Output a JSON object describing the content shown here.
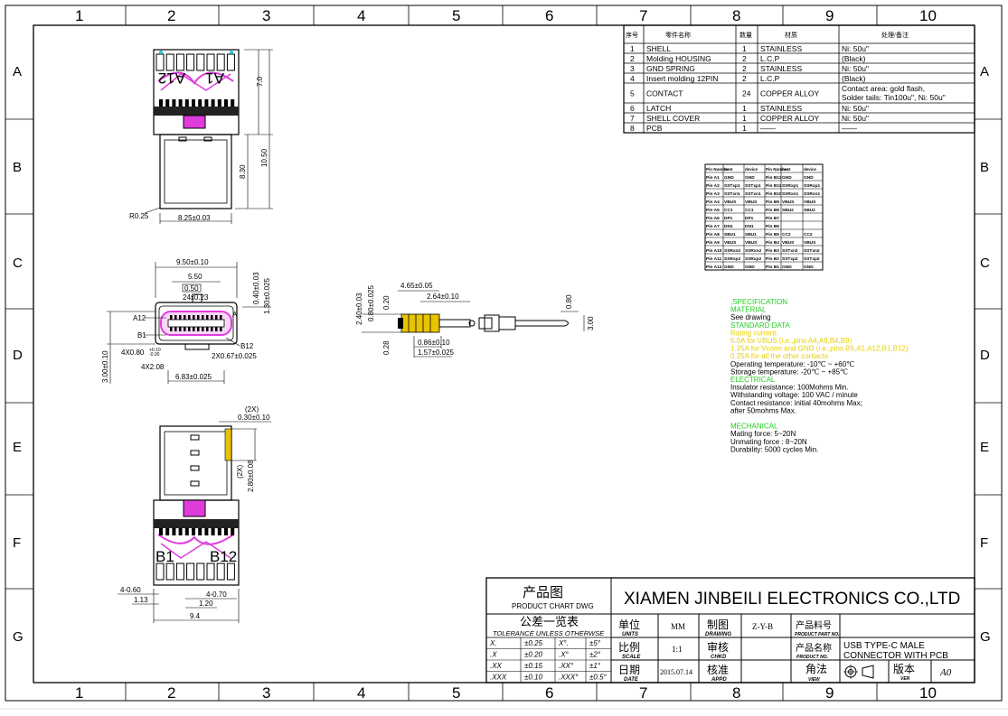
{
  "grid": {
    "columns": [
      "1",
      "2",
      "3",
      "4",
      "5",
      "6",
      "7",
      "8",
      "9",
      "10"
    ],
    "rows": [
      "A",
      "B",
      "C",
      "D",
      "E",
      "F",
      "G"
    ]
  },
  "bom": {
    "headers": [
      "序号",
      "零件名称",
      "数量",
      "材质",
      "处理/备注"
    ],
    "rows": [
      [
        "1",
        "SHELL",
        "1",
        "STAINLESS",
        "Ni: 50u\""
      ],
      [
        "2",
        "Molding HOUSING",
        "2",
        "L.C.P",
        "(Black)"
      ],
      [
        "3",
        "GND SPRING",
        "2",
        "STAINLESS",
        "Ni: 50u\""
      ],
      [
        "4",
        "Insert molding 12PIN",
        "2",
        "L.C.P",
        "(Black)"
      ],
      [
        "5",
        "CONTACT",
        "24",
        "COPPER ALLOY",
        "Contact area: gold flash,|Solder tails: Tin100u\",  Ni: 50u\""
      ],
      [
        "6",
        "LATCH",
        "1",
        "STAINLESS",
        "Ni: 50u\""
      ],
      [
        "7",
        "SHELL COVER",
        "1",
        "COPPER ALLOY",
        "Ni: 50u\""
      ],
      [
        "8",
        "PCB",
        "1",
        "——",
        "——"
      ]
    ]
  },
  "pin_table": {
    "headers": [
      "Pin Number",
      "host",
      "device",
      "Pin Number",
      "host",
      "device"
    ],
    "rows": [
      [
        "Pin A1",
        "GND",
        "GND",
        "Pin B12",
        "GND",
        "GND"
      ],
      [
        "Pin A2",
        "SSTxp1",
        "SSTxp1",
        "Pin B11",
        "SSRxp1",
        "SSRxp1"
      ],
      [
        "Pin A3",
        "SSTxn1",
        "SSTxn1",
        "Pin B10",
        "SSRxn1",
        "SSRxn1"
      ],
      [
        "Pin A4",
        "VBUS",
        "VBUS",
        "Pin B9",
        "VBUS",
        "VBUS"
      ],
      [
        "Pin A5",
        "CC1",
        "CC1",
        "Pin B8",
        "SBU2",
        "SBU2"
      ],
      [
        "Pin A6",
        "DP1",
        "DP1",
        "Pin B7",
        "",
        ""
      ],
      [
        "Pin A7",
        "DN1",
        "DN1",
        "Pin B6",
        "",
        ""
      ],
      [
        "Pin A8",
        "SBU1",
        "SBU1",
        "Pin B5",
        "CC2",
        "CC2"
      ],
      [
        "Pin A9",
        "VBUS",
        "VBUS",
        "Pin B4",
        "VBUS",
        "VBUS"
      ],
      [
        "Pin A10",
        "SSRxn2",
        "SSRxn2",
        "Pin B3",
        "SSTxn2",
        "SSTxn2"
      ],
      [
        "Pin A11",
        "SSRxp2",
        "SSRxp2",
        "Pin B2",
        "SSTxp2",
        "SSTxp2"
      ],
      [
        "Pin A12",
        "GND",
        "GND",
        "Pin B1",
        "GND",
        "GND"
      ]
    ]
  },
  "spec": {
    "lines": [
      {
        "text": ";SPECIFICATION",
        "color": "#22cc22"
      },
      {
        "text": "MATERIAL",
        "color": "#22cc22"
      },
      {
        "text": "See drawing",
        "color": "#000000"
      },
      {
        "text": "STANDARD DATA",
        "color": "#22cc22"
      },
      {
        "text": "Rating current:",
        "color": "#e8d000"
      },
      {
        "text": "5.0A for VBUS (i.e.,pins A4,A9,B4,B9)",
        "color": "#e8d000"
      },
      {
        "text": "1.25A for Vconn and GND (i.e.,pins B5,A1,A12,B1,B12)",
        "color": "#e8d000"
      },
      {
        "text": "0.25A for all the other contacts",
        "color": "#e8d000"
      },
      {
        "text": "Operating temperature: -10℃ ~ +60℃",
        "color": "#000000"
      },
      {
        "text": "Storage temperature: -20℃ ~ +85℃",
        "color": "#000000"
      },
      {
        "text": "ELECTRICAL",
        "color": "#22cc22"
      },
      {
        "text": "Insulator resistance: 100Mohms Min.",
        "color": "#000000"
      },
      {
        "text": "Withstanding voltage: 100 VAC / minute",
        "color": "#000000"
      },
      {
        "text": "Contact resistance: initial 40mohms Max;",
        "color": "#000000"
      },
      {
        "text": "                after 50mohms Max.",
        "color": "#000000"
      },
      {
        "text": "",
        "color": "#000000"
      },
      {
        "text": "MECHANICAL",
        "color": "#22cc22"
      },
      {
        "text": "Mating force: 5~20N",
        "color": "#000000"
      },
      {
        "text": "Unmating force : 8~20N",
        "color": "#000000"
      },
      {
        "text": "Durability: 5000 cycles Min.",
        "color": "#000000"
      }
    ]
  },
  "dims": {
    "top_view": {
      "d1": "7.0",
      "d2": "10.50",
      "d3": "8.30",
      "d4": "8.25±0.03",
      "d5": "R0.25",
      "lbl_a12": "A12",
      "lbl_a1": "A1"
    },
    "front_view": {
      "d1": "9.50±0.10",
      "d2": "5.50",
      "d3": "0.50",
      "d4": "24x0.23",
      "d5": "A12",
      "d6": "B1",
      "d7": "A",
      "d8": "B12",
      "d9": "4X0.80",
      "d9a": "+0.10",
      "d9b": "-0.00",
      "d10": "4X2.08",
      "d11": "2X0.67±0.025",
      "d12": "6.83±0.025",
      "d13": "3.00±0.10",
      "d14": "0.40±0.03",
      "d15": "1.30±0.025"
    },
    "side_view": {
      "d1": "2.40±0.03",
      "d2": "0.80±0.025",
      "d3": "0.20",
      "d4": "4.65±0.05",
      "d5": "2.64±0.10",
      "d6": "0.80",
      "d7": "3.00",
      "d8": "0.28",
      "d9": "0.86±0.10",
      "d10": "1.57±0.025"
    },
    "bottom_view": {
      "d1": "(2X)",
      "d2": "0.30±0.10",
      "d3": "(2X)",
      "d4": "2.80±0.08",
      "d5": "4-0.60",
      "d6": "1.13",
      "d7": "4-0.70",
      "d8": "1.20",
      "d9": "9.4",
      "lbl_b1": "B1",
      "lbl_b12": "B12"
    }
  },
  "title_block": {
    "chart_cn": "产品图",
    "chart_en": "PRODUCT CHART DWG",
    "company": "XIAMEN JINBEILI ELECTRONICS CO.,LTD",
    "tol_cn": "公差一览表",
    "tol_en": "TOLERANCE UNLESS OTHERWSE",
    "tolerances": [
      [
        "X.",
        "±0.25",
        "X°.",
        "±5°"
      ],
      [
        ".X",
        "±0.20",
        ".X°",
        "±2°"
      ],
      [
        ".XX",
        "±0.15",
        ".XX°",
        "±1°"
      ],
      [
        ".XXX",
        "±0.10",
        ".XXX°",
        "±0.5°"
      ]
    ],
    "units_cn": "单位",
    "units_en": "UNITS",
    "units_val": "MM",
    "drawing_cn": "制图",
    "drawing_en": "DRAWING",
    "drawing_val": "Z-Y-B",
    "partno_cn": "产品料号",
    "partno_en": "PRODUCT PART NO.",
    "partno_val": "",
    "scale_cn": "比例",
    "scale_en": "SCALE",
    "scale_val": "1:1",
    "chkd_cn": "审核",
    "chkd_en": "CHKD",
    "chkd_val": "",
    "name_cn": "产品名称",
    "name_en": "PRODUCT NO.",
    "name_val1": "USB TYPE-C MALE",
    "name_val2": "CONNECTOR WITH PCB",
    "date_cn": "日期",
    "date_en": "DATE",
    "date_val": "2015.07.14",
    "appd_cn": "核准",
    "appd_en": "APPD",
    "appd_val": "",
    "view_cn": "角法",
    "view_en": "VIEW",
    "ver_cn": "版本",
    "ver_en": "VER",
    "ver_val": "A0"
  }
}
